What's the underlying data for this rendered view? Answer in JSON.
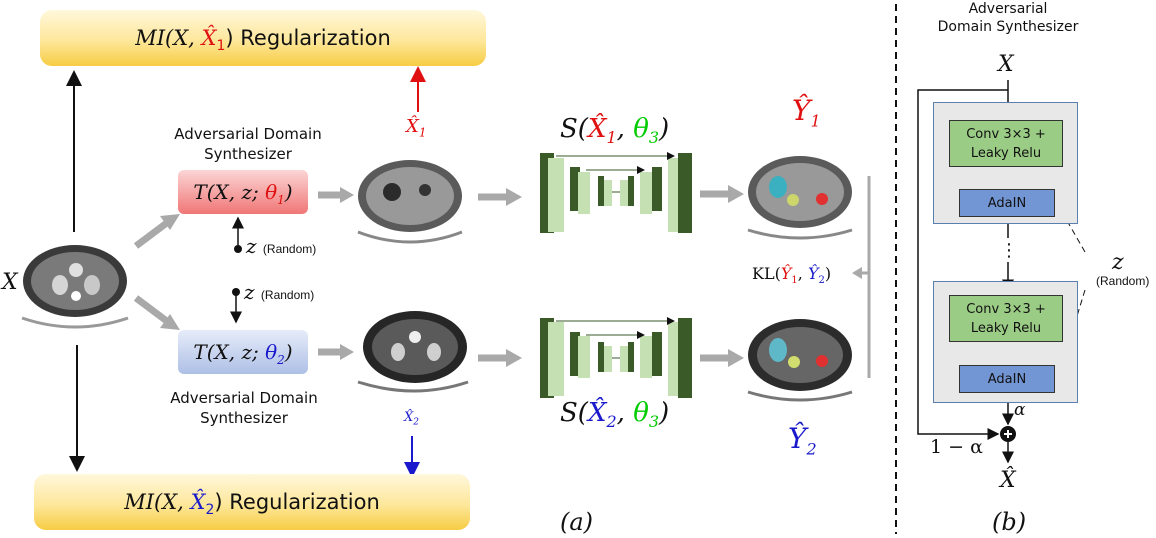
{
  "mi_top": {
    "prefix": "MI(X, ",
    "xhat": "X̂",
    "sub": "1",
    "suffix": ") Regularization"
  },
  "mi_bottom": {
    "prefix": "MI(X, ",
    "xhat": "X̂",
    "sub": "2",
    "suffix": ") Regularization"
  },
  "input_label": "X",
  "ads_label": "Adversarial Domain Synthesizer",
  "t1": {
    "pre": "T(X, z; ",
    "theta": "θ",
    "sub": "1",
    "post": ")"
  },
  "t2": {
    "pre": "T(X, z; ",
    "theta": "θ",
    "sub": "2",
    "post": ")"
  },
  "z_symbol": "z",
  "random": "(Random)",
  "xhat1": {
    "sym": "X̂",
    "sub": "1"
  },
  "xhat2": {
    "sym": "X̂",
    "sub": "2"
  },
  "s1": {
    "pre": "S(",
    "x": "X̂",
    "xsub": "1",
    "mid": ", ",
    "theta": "θ",
    "tsub": "3",
    "post": ")"
  },
  "s2": {
    "pre": "S(",
    "x": "X̂",
    "xsub": "2",
    "mid": ", ",
    "theta": "θ",
    "tsub": "3",
    "post": ")"
  },
  "y1": {
    "sym": "Ŷ",
    "sub": "1"
  },
  "y2": {
    "sym": "Ŷ",
    "sub": "2"
  },
  "kl": {
    "pre": "KL(",
    "y1": "Ŷ",
    "s1": "1",
    "comma": ", ",
    "y2": "Ŷ",
    "s2": "2",
    "post": ")"
  },
  "caption_a": "(a)",
  "caption_b": "(b)",
  "panel_b": {
    "title_line1": "Adversarial",
    "title_line2": "Domain Synthesizer",
    "x_in": "X",
    "conv_line1": "Conv 3×3 +",
    "conv_line2": "Leaky Relu",
    "adain": "AdaIN",
    "dots": "⋮",
    "alpha": "α",
    "one_minus_alpha": "1 − α",
    "plus": "+",
    "x_out": "X̂",
    "z": "z",
    "random": "(Random)"
  },
  "colors": {
    "red": "#e01010",
    "blue": "#1a1acc",
    "green": "#00cc00",
    "arrow_gray": "#a9a9a9",
    "unet_dark": "#3a5a28",
    "unet_light": "#c5e0b3"
  }
}
